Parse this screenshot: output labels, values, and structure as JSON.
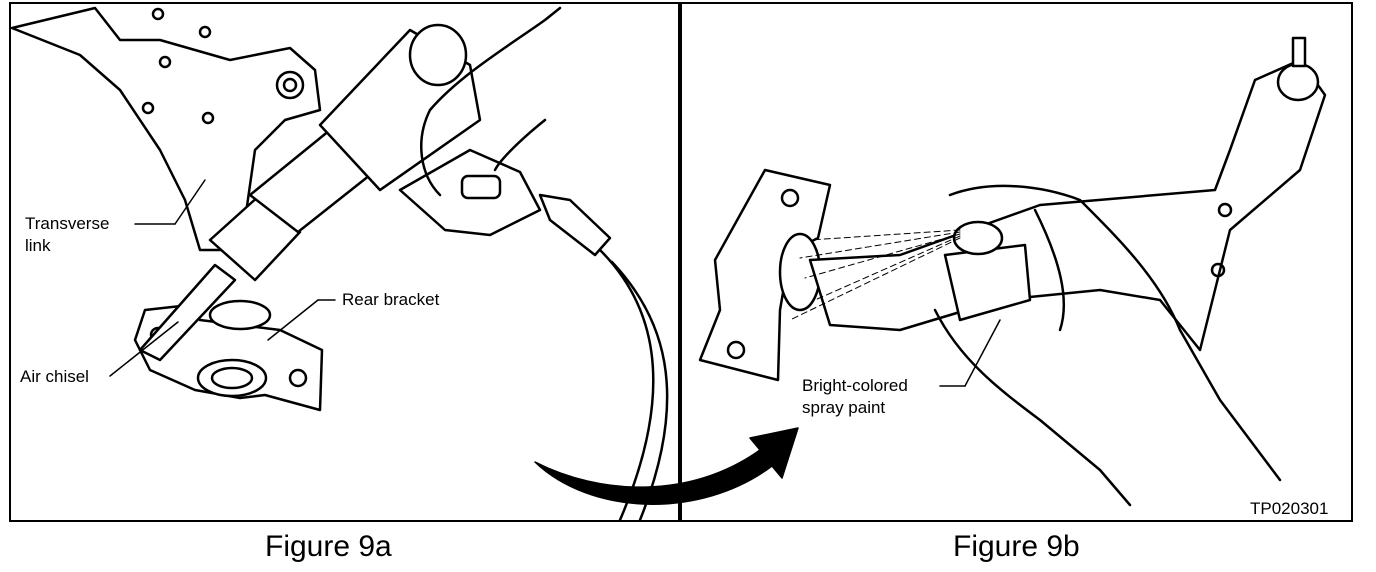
{
  "figure_a": {
    "caption": "Figure 9a",
    "labels": {
      "transverse_link_line1": "Transverse",
      "transverse_link_line2": "link",
      "rear_bracket": "Rear bracket",
      "air_chisel": "Air chisel"
    }
  },
  "figure_b": {
    "caption": "Figure 9b",
    "labels": {
      "spray_paint_line1": "Bright-colored",
      "spray_paint_line2": "spray paint"
    },
    "reference_code": "TP020301"
  }
}
